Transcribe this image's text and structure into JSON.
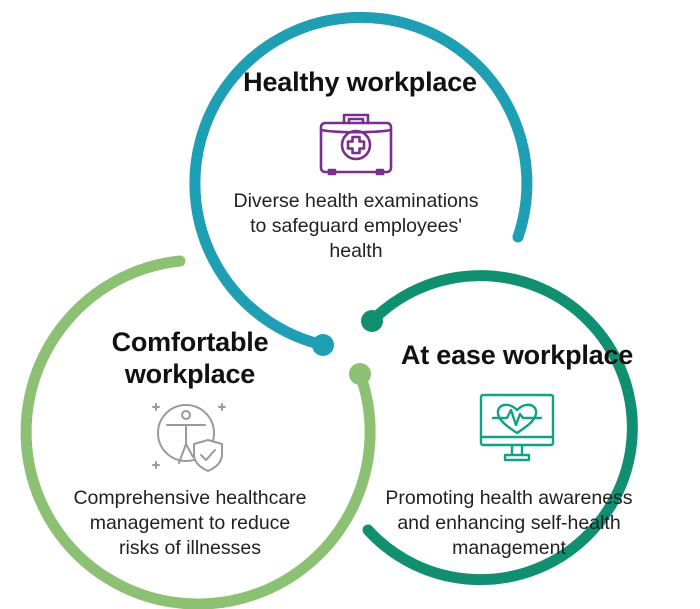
{
  "colors": {
    "healthy_ring": "#1f9fb4",
    "ease_ring": "#109070",
    "comfortable_ring": "#8cc072",
    "healthy_icon": "#7a2f8e",
    "ease_icon": "#12a087",
    "comfortable_icon": "#9a9a9a"
  },
  "circles": {
    "healthy": {
      "title": "Healthy workplace",
      "icon": "first-aid-kit-icon",
      "description_lines": [
        "Diverse health examinations",
        "to safeguard employees'",
        "health"
      ]
    },
    "ease": {
      "title": "At ease workplace",
      "icon": "heart-monitor-icon",
      "description_lines": [
        "Promoting health awareness",
        "and enhancing self-health",
        "management"
      ]
    },
    "comfortable": {
      "title_lines": [
        "Comfortable",
        "workplace"
      ],
      "icon": "person-shield-icon",
      "description_lines": [
        "Comprehensive healthcare",
        "management to reduce",
        "risks of illnesses"
      ]
    }
  }
}
